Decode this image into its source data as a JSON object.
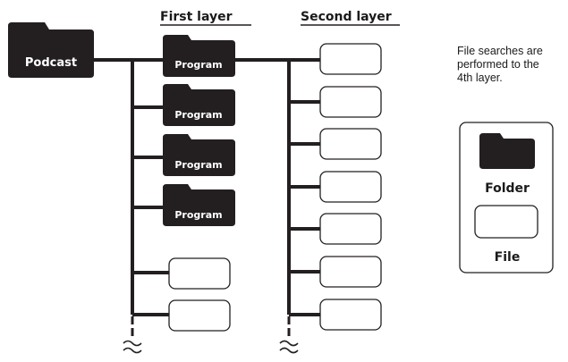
{
  "headings": {
    "first_layer": "First layer",
    "second_layer": "Second layer"
  },
  "root": {
    "label": "Podcast",
    "icon": "folder-icon"
  },
  "first_layer": {
    "items": [
      {
        "kind": "folder",
        "label": "Program"
      },
      {
        "kind": "folder",
        "label": "Program"
      },
      {
        "kind": "folder",
        "label": "Program"
      },
      {
        "kind": "folder",
        "label": "Program"
      },
      {
        "kind": "file"
      },
      {
        "kind": "file"
      }
    ],
    "continues": true
  },
  "second_layer": {
    "items": [
      {
        "kind": "file"
      },
      {
        "kind": "file"
      },
      {
        "kind": "file"
      },
      {
        "kind": "file"
      },
      {
        "kind": "file"
      },
      {
        "kind": "file"
      },
      {
        "kind": "file"
      }
    ],
    "continues": true
  },
  "note": {
    "lines": [
      "File searches are",
      "performed to the",
      "4th layer."
    ]
  },
  "legend": {
    "folder_label": "Folder",
    "file_label": "File",
    "folder_icon": "folder-icon",
    "file_icon": "file-icon"
  },
  "colors": {
    "folder": "#231f20",
    "line": "#231f20",
    "file_border": "#231f20",
    "file_fill": "#ffffff"
  }
}
